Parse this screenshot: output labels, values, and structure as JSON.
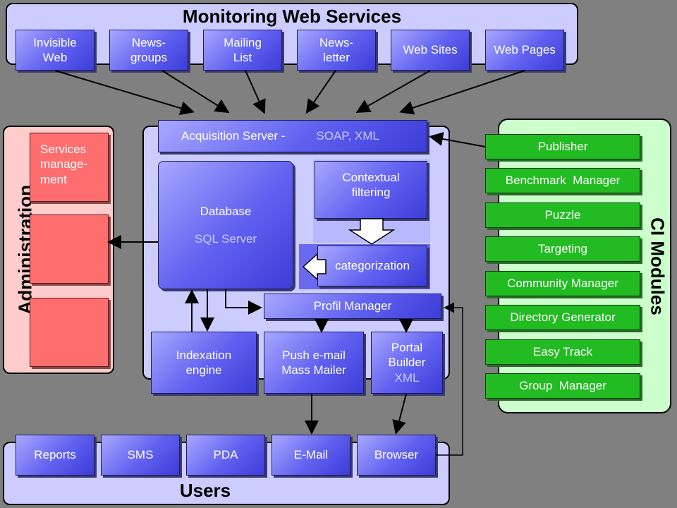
{
  "monitoring": {
    "title": "Monitoring Web Services",
    "sources": [
      "Invisible\nWeb",
      "News-\ngroups",
      "Mailing\nList",
      "News-\nletter",
      "Web Sites",
      "Web Pages"
    ]
  },
  "center": {
    "acquisition_label": "Acquisition Server -",
    "acquisition_sub": "SOAP, XML",
    "database_label": "Database",
    "database_sub": "SQL Server",
    "contextual_filtering": "Contextual\nfiltering",
    "categorization": "categorization",
    "profil_manager": "Profil Manager",
    "indexation_engine": "Indexation\nengine",
    "push_email": "Push e-mail\nMass Mailer",
    "portal_builder": "Portal\nBuilder",
    "portal_builder_sub": "XML"
  },
  "administration": {
    "title": "Administration",
    "services_management": "Services\nmanage-\nment"
  },
  "ci_modules": {
    "title": "CI Modules",
    "items": [
      "Publisher",
      "Benchmark  Manager",
      "Puzzle",
      "Targeting",
      "Community Manager",
      "Directory Generator",
      "Easy Track",
      "Group  Manager"
    ]
  },
  "users": {
    "title": "Users",
    "items": [
      "Reports",
      "SMS",
      "PDA",
      "E-Mail",
      "Browser"
    ]
  },
  "colors": {
    "background": "#808080",
    "panel_lavender": "#ccccff",
    "panel_pink": "#ffcccc",
    "panel_green": "#ccffcc",
    "box_blue": "#5050e8",
    "box_green": "#22bb22",
    "box_red": "#ff6e6e"
  }
}
